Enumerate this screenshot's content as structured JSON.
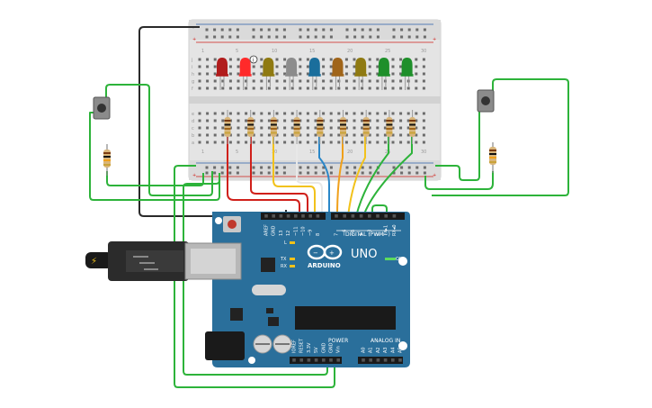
{
  "board": {
    "brand": "ARDUINO",
    "model": "UNO",
    "digital_header": "DIGITAL (PWM~)",
    "power_header": "POWER",
    "analog_header": "ANALOG IN",
    "on_label": "ON",
    "tx_label": "TX",
    "rx_label": "RX",
    "l_label": "L",
    "top_pins": [
      "AREF",
      "GND",
      "13",
      "12",
      "~11",
      "~10",
      "~9",
      "8",
      "7",
      "~6",
      "~5",
      "4",
      "~3",
      "2",
      "TX▸1",
      "RX◂0"
    ],
    "power_pins": [
      "IOREF",
      "RESET",
      "3.3V",
      "5V",
      "GND",
      "GND",
      "Vin"
    ],
    "analog_pins": [
      "A0",
      "A1",
      "A2",
      "A3",
      "A4",
      "A5"
    ]
  },
  "breadboard": {
    "column_numbers": [
      "1",
      "5",
      "10",
      "15",
      "20",
      "25",
      "30"
    ],
    "row_letters_top": [
      "j",
      "i",
      "h",
      "g",
      "f"
    ],
    "row_letters_bottom": [
      "e",
      "d",
      "c",
      "b",
      "a"
    ],
    "plus": "+",
    "minus": "-"
  },
  "leds": [
    {
      "color": "#b11c1c"
    },
    {
      "color": "#ff2a2a"
    },
    {
      "color": "#8f7a12"
    },
    {
      "color": "#8c8c8c"
    },
    {
      "color": "#1a6e9c"
    },
    {
      "color": "#a0651a"
    },
    {
      "color": "#8f7a12"
    },
    {
      "color": "#1e8f2a"
    },
    {
      "color": "#1e8f2a"
    }
  ],
  "wire_colors": {
    "green": "#2db33a",
    "red": "#d0201a",
    "yellow": "#f2c21b",
    "blue": "#2a87c8",
    "orange": "#f0a01a",
    "white": "#e8e8e8",
    "black": "#2a2a2a"
  },
  "colors": {
    "board_blue": "#2a6f9b",
    "board_dark": "#1f5a80",
    "breadboard": "#e6e6e6",
    "rail_red": "#d0201a",
    "rail_blue": "#2a5fa8"
  }
}
